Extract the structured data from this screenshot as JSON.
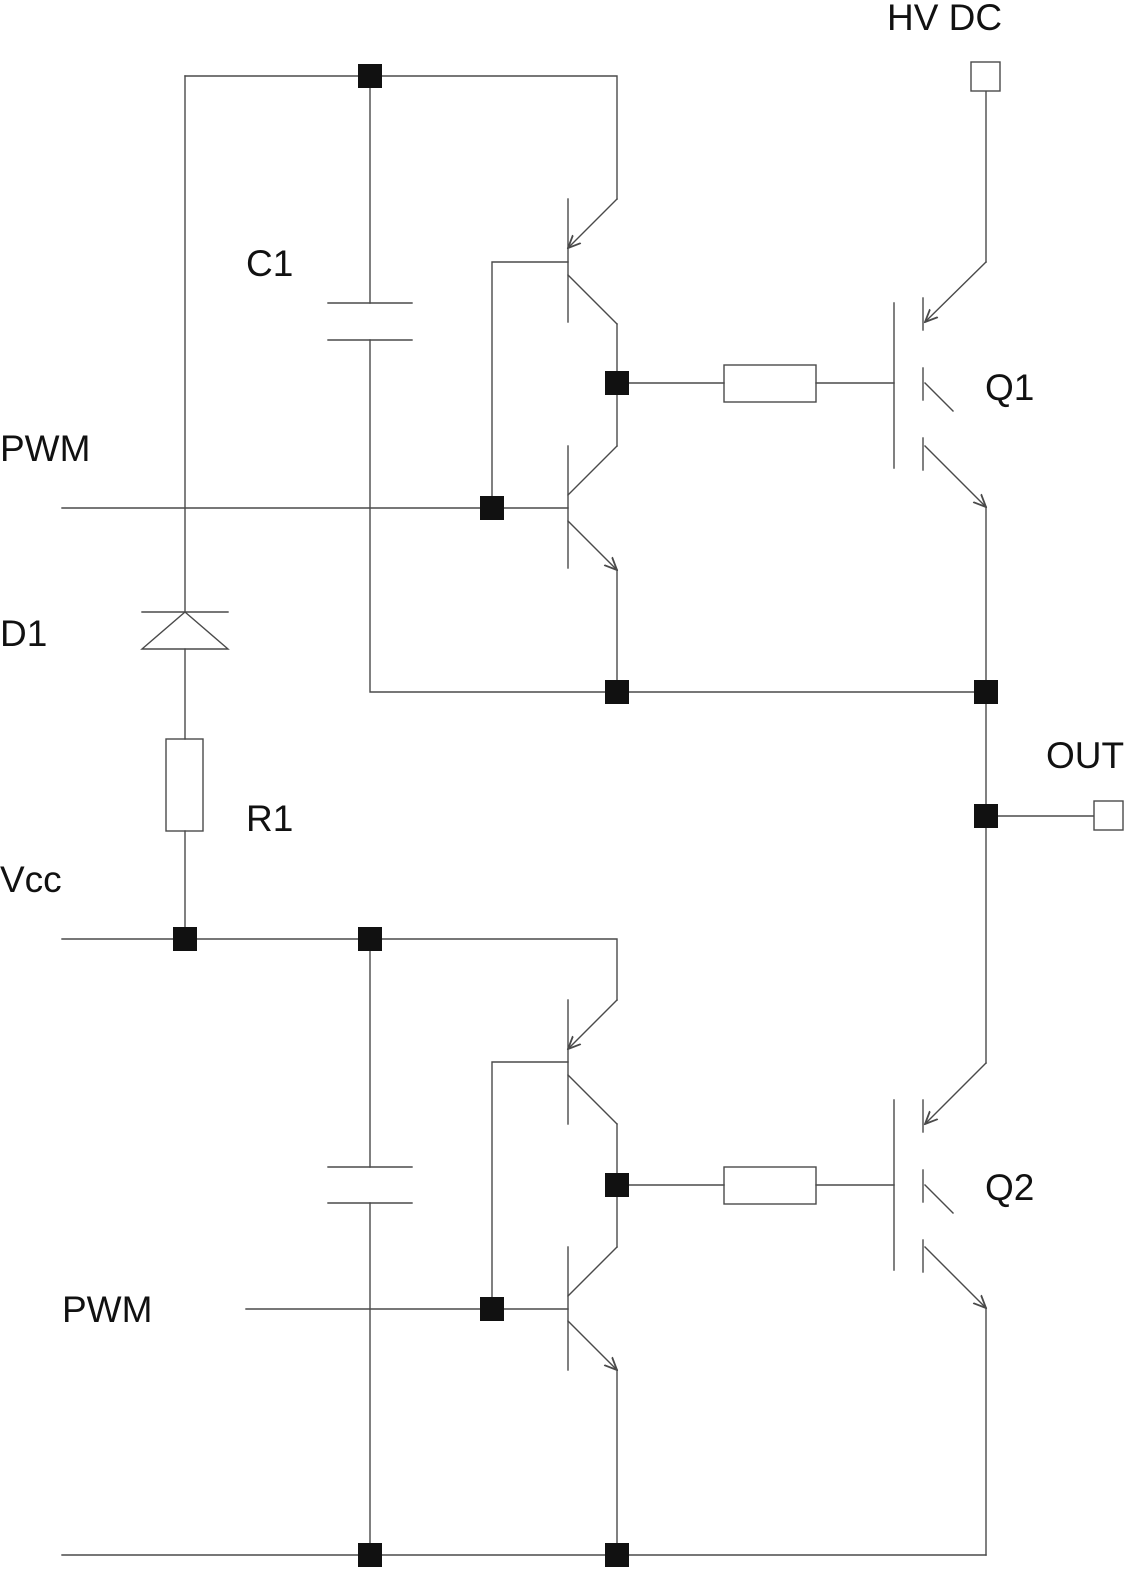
{
  "labels": {
    "hv_dc": "HV DC",
    "out": "OUT",
    "pwm_top": "PWM",
    "pwm_bottom": "PWM",
    "vcc": "Vcc",
    "c1": "C1",
    "d1": "D1",
    "r1": "R1",
    "q1": "Q1",
    "q2": "Q2"
  },
  "colors": {
    "wire": "#4a4a4a",
    "junction": "#111111",
    "background": "#ffffff"
  }
}
